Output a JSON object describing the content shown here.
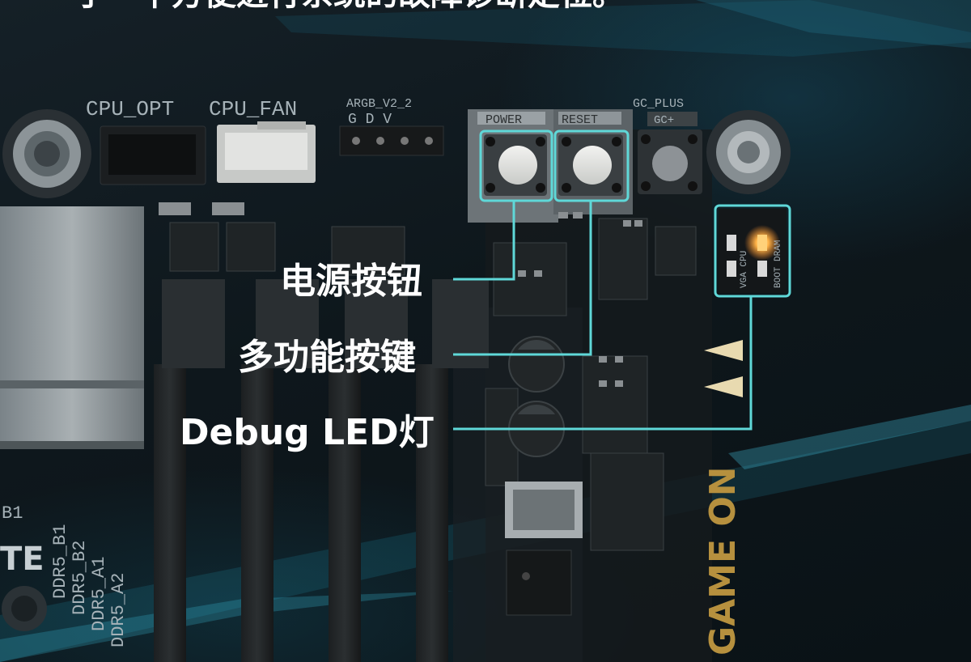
{
  "caption_top": "于一下方便进行系统的故障诊断定位。",
  "silkscreen": {
    "cpu_opt": "CPU_OPT",
    "cpu_fan": "CPU_FAN",
    "argb_v2_2": "ARGB_V2_2",
    "argb_pins": "G  D V",
    "power": "POWER",
    "reset": "RESET",
    "gc_plus": "GC_PLUS",
    "gc_btn": "GC+",
    "led_vga_cpu": "VGA CPU",
    "led_boot_dram": "BOOT DRAM",
    "dimm_b1": "DDR5_B1",
    "dimm_b2": "DDR5_B2",
    "dimm_a1": "DDR5_A1",
    "dimm_a2": "DDR5_A2",
    "side_b1": "B1",
    "side_te": "TE",
    "game_on": "GAME ON"
  },
  "callouts": {
    "power_button": "电源按钮",
    "multi_button": "多功能按键",
    "debug_led": "Debug LED灯"
  },
  "colors": {
    "highlight": "#5fd8d8",
    "led_amber": "#ffb347",
    "text": "#ffffff",
    "gameon": "#b6903e"
  }
}
